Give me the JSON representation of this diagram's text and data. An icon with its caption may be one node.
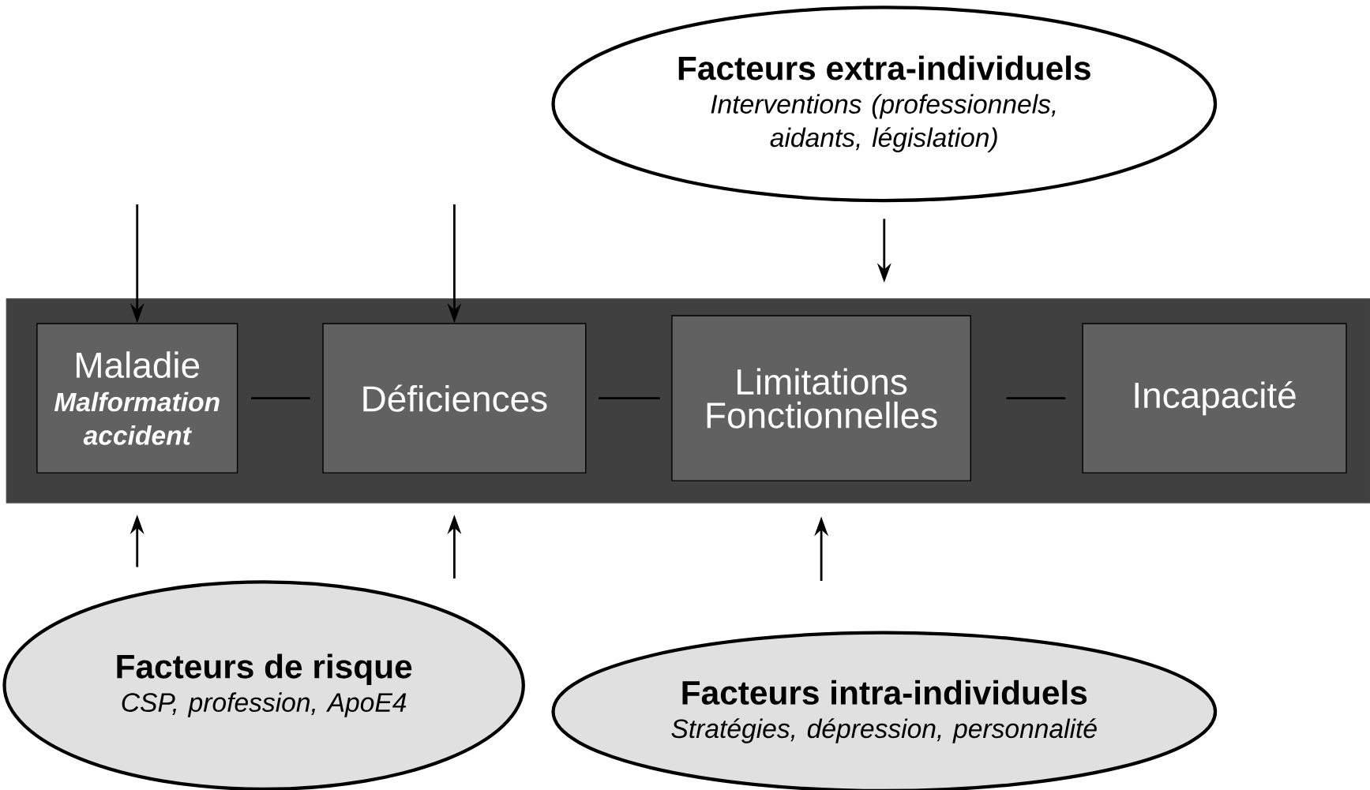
{
  "diagram": {
    "nodes": [
      {
        "text": [],
        "shape": "bar"
      },
      {
        "text": [
          "Maladie",
          "Malformation accident"
        ],
        "in": 0
      },
      {
        "text": [
          "Déficiences"
        ],
        "in": 0
      },
      {
        "text": [
          "Limitations Fonctionnelles"
        ],
        "in": 0
      },
      {
        "text": [
          "Incapacité"
        ],
        "in": 0
      },
      {
        "text": [
          "Facteurs extra-individuels",
          "Interventions (professionnels, aidants, législation)"
        ]
      },
      {
        "text": [
          "Facteurs de risque",
          "CSP, profession, ApoE4"
        ]
      },
      {
        "text": [
          "Facteurs intra-individuels",
          "Stratégies, dépression, personnalité"
        ]
      }
    ],
    "edges": [
      {
        "from": 1,
        "to": 2,
        "arrow": "none"
      },
      {
        "from": 2,
        "to": 3,
        "arrow": "none"
      },
      {
        "from": 3,
        "to": 4,
        "arrow": "none"
      },
      {
        "from": null,
        "to": 1,
        "arrow": "to"
      },
      {
        "from": null,
        "to": 2,
        "arrow": "to"
      },
      {
        "from": 5,
        "to": 3,
        "arrow": "to"
      },
      {
        "from": 6,
        "to": 1,
        "arrow": "to"
      },
      {
        "from": 6,
        "to": 2,
        "arrow": "to"
      },
      {
        "from": 7,
        "to": 3,
        "arrow": "to"
      }
    ]
  }
}
